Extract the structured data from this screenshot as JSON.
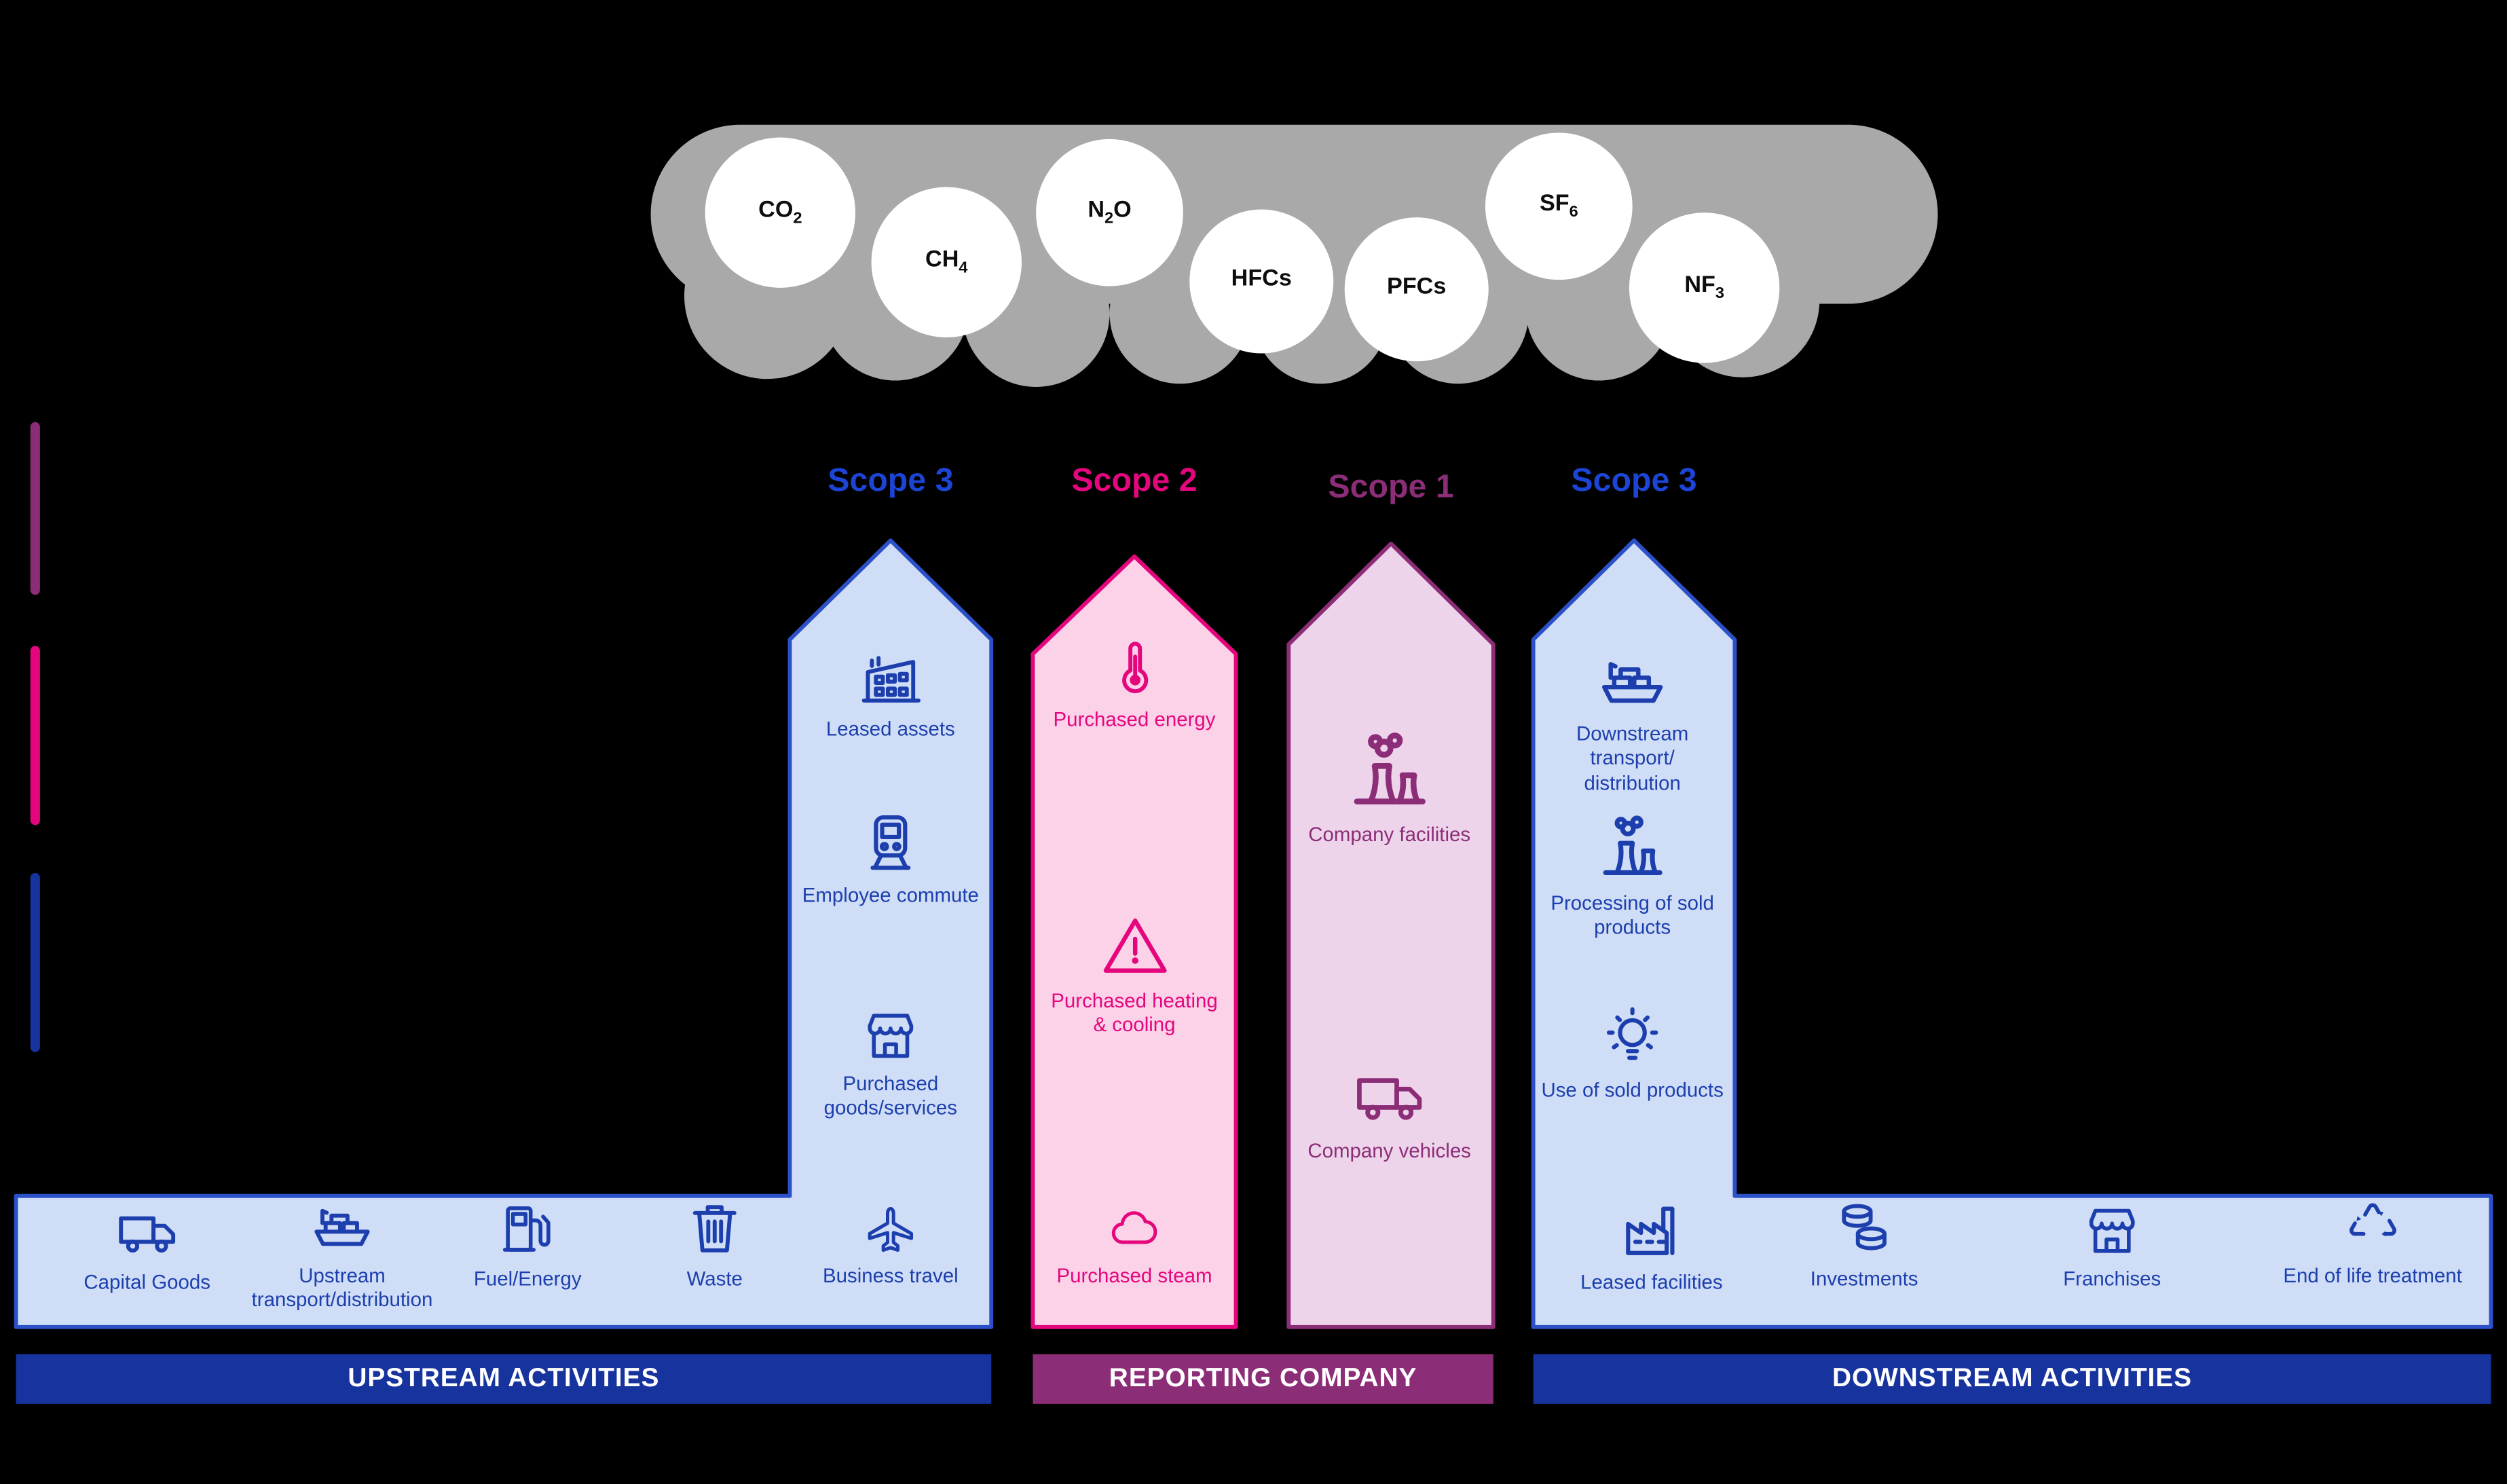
{
  "colors": {
    "blue_accent": "#1c45d6",
    "blue_dark_band": "#17339e",
    "blue_fill": "#cfdef6",
    "blue_stroke": "#2b50c8",
    "pink_accent": "#e5067e",
    "pink_fill": "#fbd2e8",
    "purple_accent": "#8c2d77",
    "purple_fill": "#eed4ea",
    "cloud_gray": "#a9a9a9"
  },
  "cloud": {
    "gases": [
      {
        "pre": "CO",
        "sub": "2",
        "post": ""
      },
      {
        "pre": "CH",
        "sub": "4",
        "post": ""
      },
      {
        "pre": "N",
        "sub": "2",
        "post": "O"
      },
      {
        "pre": "HFCs",
        "sub": "",
        "post": ""
      },
      {
        "pre": "PFCs",
        "sub": "",
        "post": ""
      },
      {
        "pre": "SF",
        "sub": "6",
        "post": ""
      },
      {
        "pre": "NF",
        "sub": "3",
        "post": ""
      }
    ]
  },
  "legend": {
    "swatches": [
      {
        "name": "scope-1",
        "color": "#8c2d77"
      },
      {
        "name": "scope-2",
        "color": "#e5067e"
      },
      {
        "name": "scope-3",
        "color": "#17339e"
      }
    ]
  },
  "columns": [
    {
      "id": "scope3-upstream",
      "header": "Scope 3",
      "theme": "blue",
      "items": [
        {
          "icon": "building",
          "label": "Leased assets"
        },
        {
          "icon": "train",
          "label": "Employee commute"
        },
        {
          "icon": "storefront",
          "label": "Purchased goods/services"
        }
      ]
    },
    {
      "id": "scope2",
      "header": "Scope 2",
      "theme": "pink",
      "items": [
        {
          "icon": "thermometer",
          "label": "Purchased energy"
        },
        {
          "icon": "warning-thermo",
          "label": "Purchased heating & cooling"
        },
        {
          "icon": "steam-cloud",
          "label": "Purchased steam"
        }
      ]
    },
    {
      "id": "scope1",
      "header": "Scope 1",
      "theme": "purple",
      "items": [
        {
          "icon": "factory-smoke",
          "label": "Company facilities"
        },
        {
          "icon": "truck",
          "label": "Company vehicles"
        }
      ]
    },
    {
      "id": "scope3-downstream",
      "header": "Scope 3",
      "theme": "blue",
      "items": [
        {
          "icon": "cargo-ship",
          "label": "Downstream transport/ distribution"
        },
        {
          "icon": "factory-smoke",
          "label": "Processing of sold products"
        },
        {
          "icon": "lightbulb",
          "label": "Use of sold products"
        }
      ]
    }
  ],
  "upstream_bar": {
    "title": "UPSTREAM ACTIVITIES",
    "items": [
      {
        "icon": "truck",
        "label": "Capital Goods"
      },
      {
        "icon": "cargo-ship",
        "label": "Upstream transport/distribution"
      },
      {
        "icon": "fuel-pump",
        "label": "Fuel/Energy"
      },
      {
        "icon": "trash",
        "label": "Waste"
      },
      {
        "icon": "plane",
        "label": "Business travel"
      }
    ]
  },
  "reporting_bar": {
    "title": "REPORTING COMPANY"
  },
  "downstream_bar": {
    "title": "DOWNSTREAM ACTIVITIES",
    "items": [
      {
        "icon": "factory",
        "label": "Leased facilities"
      },
      {
        "icon": "coins",
        "label": "Investments"
      },
      {
        "icon": "storefront",
        "label": "Franchises"
      },
      {
        "icon": "recycle",
        "label": "End of life treatment"
      }
    ]
  }
}
